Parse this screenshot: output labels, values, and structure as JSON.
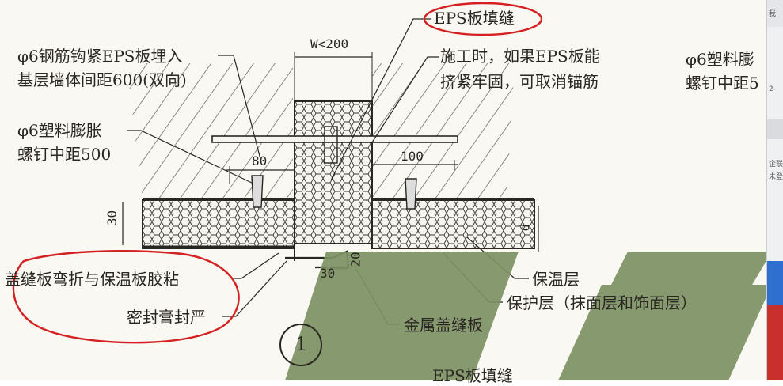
{
  "labels": {
    "top_left_line1": "φ6钢筋钩紧EPS板埋入",
    "top_left_line2": "基层墙体间距600(双向)",
    "anchor_left_line1": "φ6塑料膨胀",
    "anchor_left_line2": "螺钉中距500",
    "eps_fill": "EPS板填缝",
    "construction_line1": "施工时，如果EPS板能",
    "construction_line2": "挤紧牢固，可取消锚筋",
    "anchor_right_line1": "φ6塑料膨",
    "anchor_right_line2": "螺钉中距5",
    "cover_bend_line1": "盖缝板弯折与保温板胶粘",
    "cover_bend_line2": "密封膏封严",
    "insulation": "保温层",
    "protection": "保护层（抹面层和饰面层）",
    "metal_cover": "金属盖缝板",
    "eps_fill_bottom": "EPS板填缝",
    "detail_number": "1"
  },
  "dimensions": {
    "width": "W<200",
    "left_80": "80",
    "right_100": "100",
    "thick_30": "30",
    "d": "d",
    "gap_20": "20",
    "bottom_30": "30"
  },
  "side_panel": {
    "t1": "我",
    "t2": "2-",
    "t3": "企联",
    "t4": "未登"
  },
  "colors": {
    "ink": "#2a2622",
    "annotation_red": "#d42020",
    "overlay_green": "#7d9164",
    "paper": "#faf8f3"
  }
}
